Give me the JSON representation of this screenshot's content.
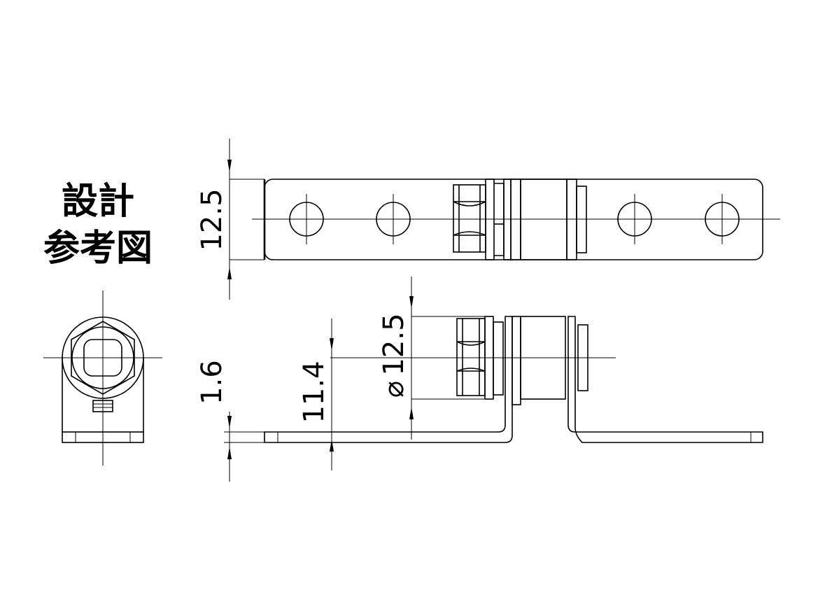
{
  "title": {
    "line1": "設計",
    "line2": "参考図"
  },
  "dimensions": {
    "top_height": "12.5",
    "shaft_diameter": "12.5",
    "diameter_symbol": "⌀",
    "axis_height": "11.4",
    "thickness": "1.6"
  }
}
